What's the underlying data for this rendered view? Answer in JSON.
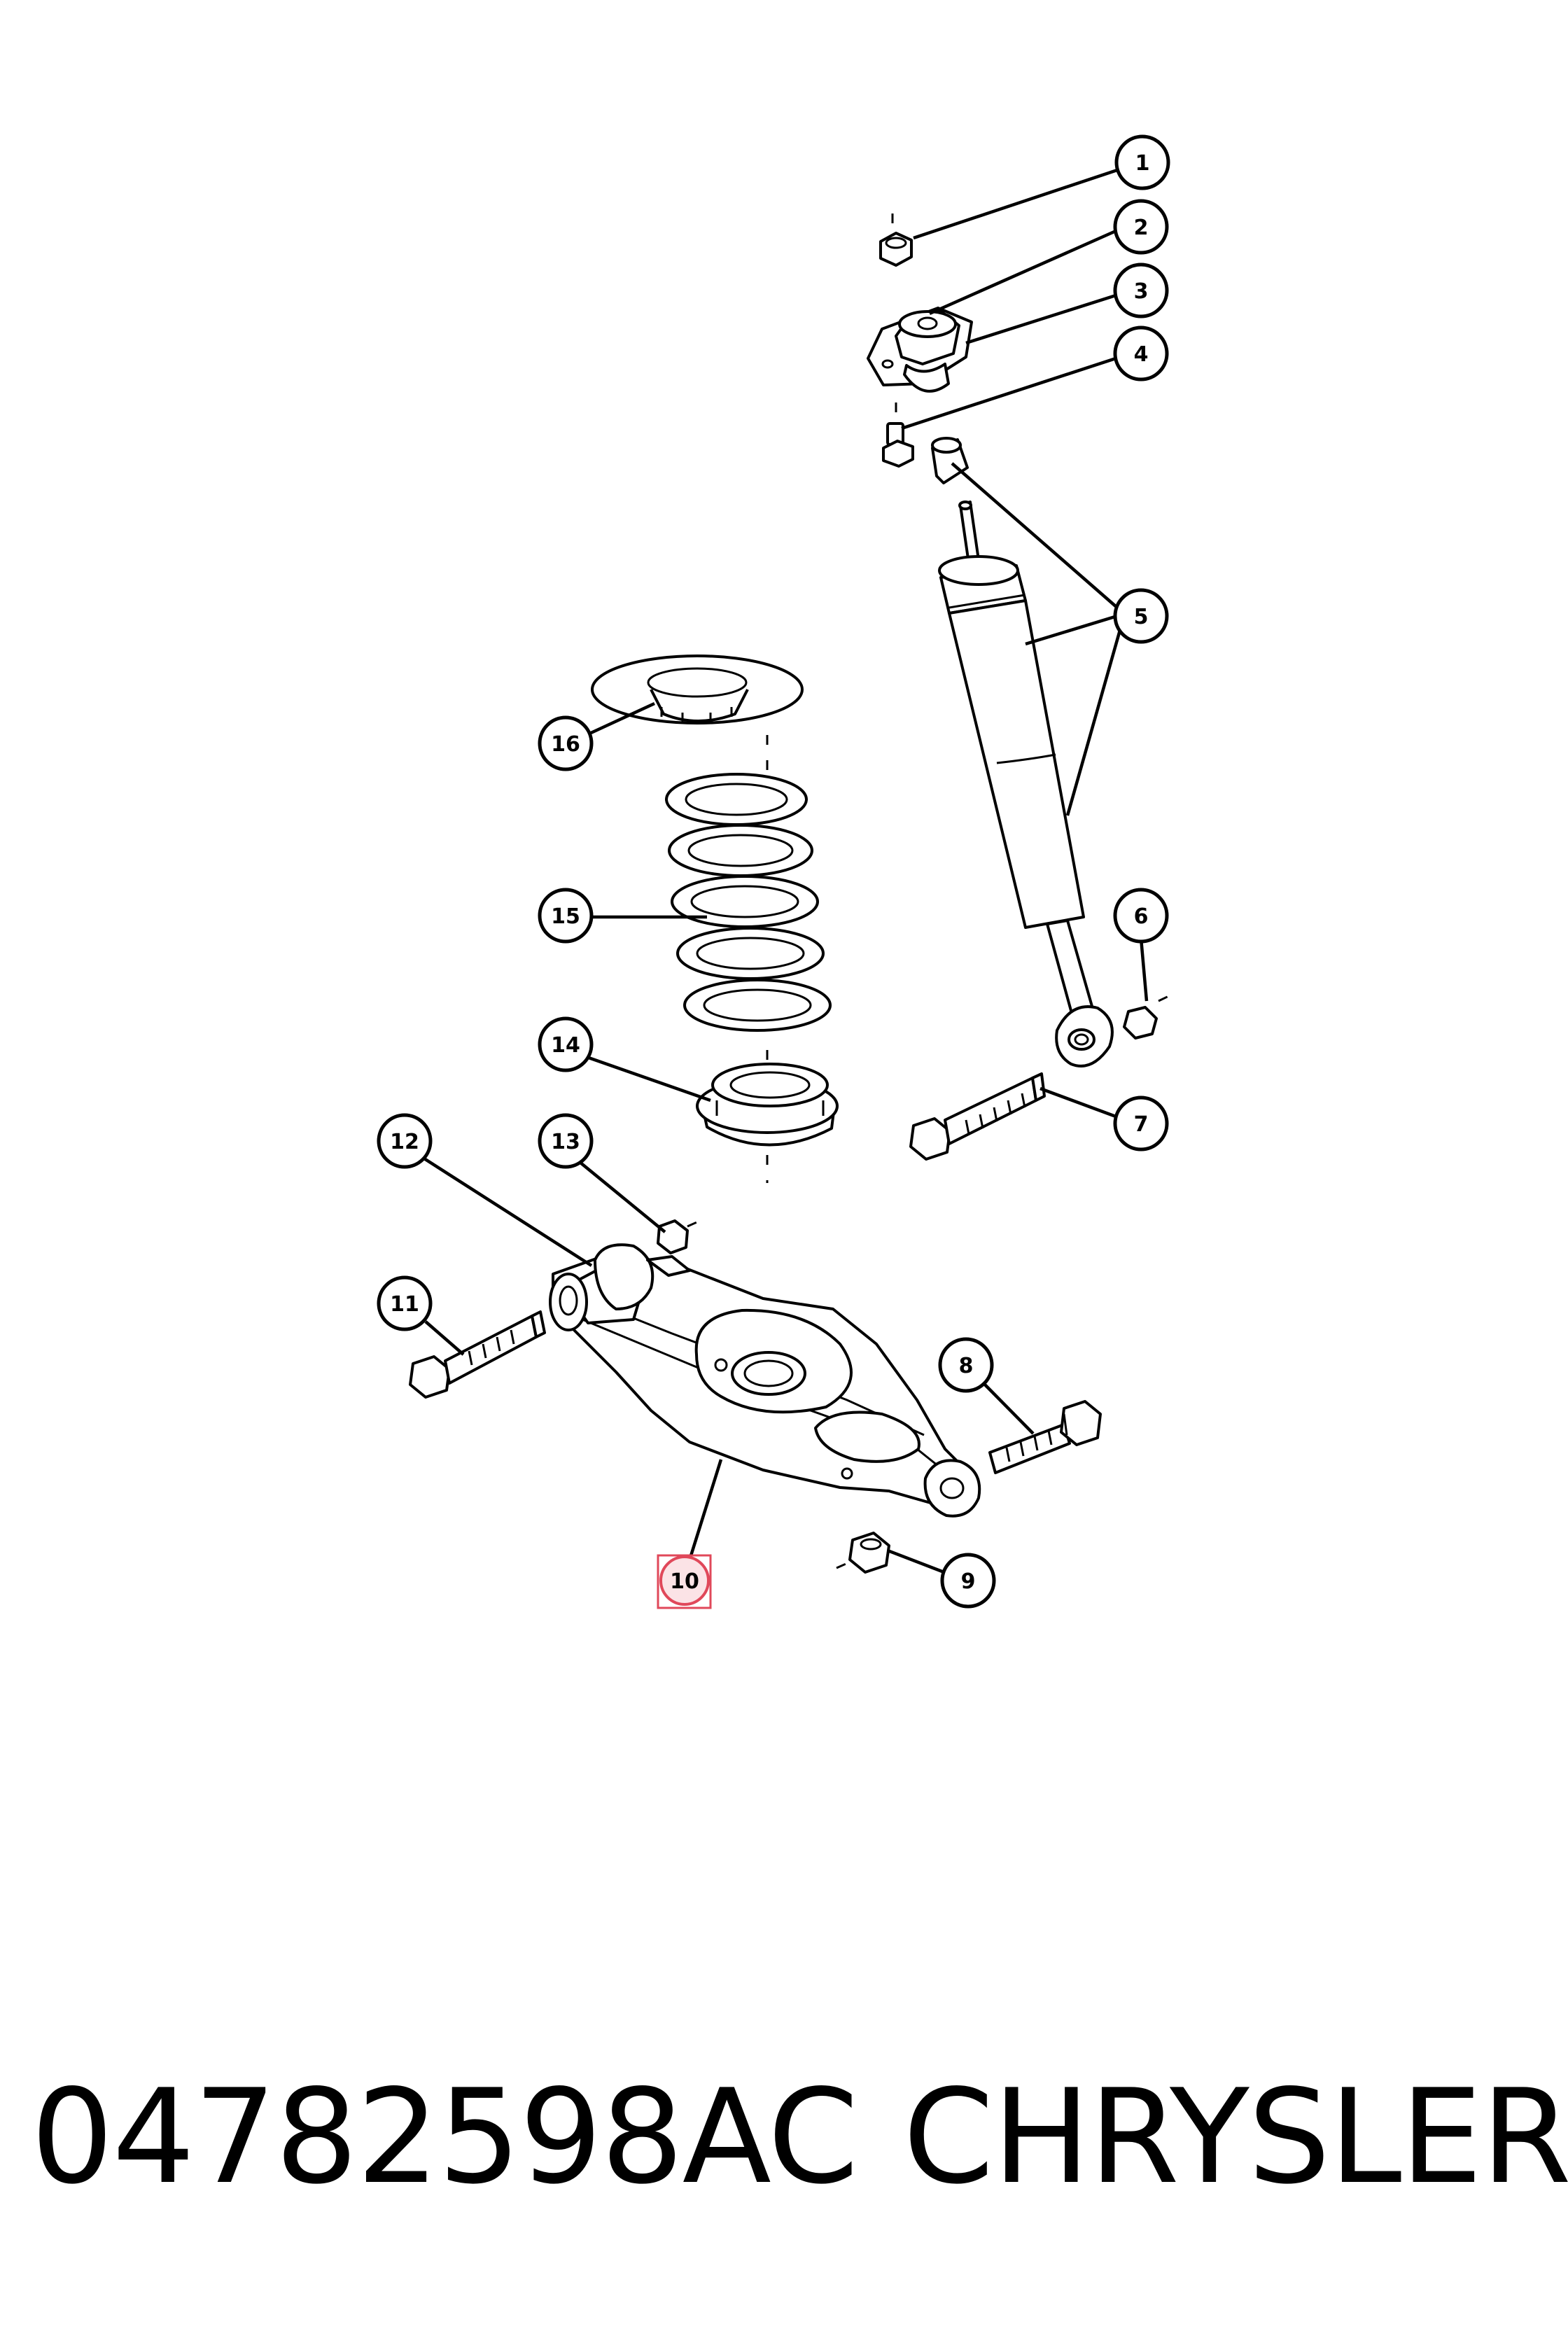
{
  "callouts": [
    "1",
    "2",
    "3",
    "4",
    "5",
    "6",
    "7",
    "8",
    "9",
    "10",
    "11",
    "12",
    "13",
    "14",
    "15",
    "16"
  ],
  "highlighted_callout": "10",
  "highlight_color": "#e0485a",
  "footer": {
    "part_number": "04782598AC",
    "brand": "CHRYSLER"
  }
}
